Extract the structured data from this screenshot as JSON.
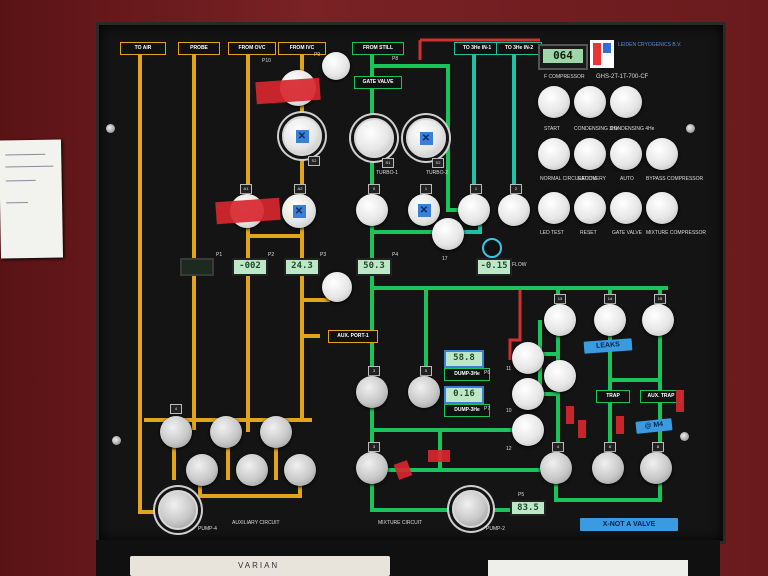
{
  "header": {
    "counter": "064",
    "model": "GHS-2T-1T-700-CF",
    "brand_lines": [
      "LEIDEN CRYOGENICS B.V.",
      "",
      "",
      ""
    ]
  },
  "pipe_labels": {
    "to_air": "TO AIR",
    "probe": "PROBE",
    "from_ovc": "FROM OVC",
    "from_ivc": "FROM IVC",
    "from_still": "FROM STILL",
    "to_3he_1": "TO 3He IN-1",
    "to_3he_2": "TO 3He IN-2",
    "gate_valve": "GATE VALVE",
    "aux_port": "AUX. PORT-1",
    "dump_1": "DUMP-3He",
    "dump_2": "DUMP-3He",
    "trap": "TRAP",
    "aux_trap": "AUX. TRAP"
  },
  "control_labels": {
    "f_compressor": "F COMPRESSOR",
    "start": "START",
    "condensing_1": "CONDENSING 3He",
    "condensing_2": "CONDENSING 4He",
    "normal_circulation": "NORMAL CIRCULATION",
    "recovery": "RECOVERY",
    "auto": "AUTO",
    "bypass_compressor": "BYPASS COMPRESSOR",
    "led_test": "LED TEST",
    "reset": "RESET",
    "gate_valve": "GATE VALVE",
    "mixture_compressor": "MIXTURE COMPRESSOR"
  },
  "valve_tags": {
    "p10": "P10",
    "p9": "P9",
    "p8": "P8",
    "s2": "S2",
    "s1": "S1",
    "s2b": "S2",
    "turbo1": "TURBO-1",
    "turbo2": "TURBO-2",
    "n0": "0",
    "n1": "1",
    "n2": "2",
    "a1": "A1",
    "a2": "A2",
    "n17": "17",
    "flow": "FLOW",
    "p1": "P1",
    "p2": "P2",
    "p3": "P3",
    "p4": "P4",
    "n13": "13",
    "n14": "14",
    "n15": "15",
    "n3": "3",
    "n5": "5",
    "n11": "11",
    "n10": "10",
    "n12": "12",
    "p6": "P6",
    "p7": "P7",
    "n4": "4",
    "n6": "6",
    "n8": "8",
    "n9": "9",
    "pump_label": "PUMP-4",
    "pump2_label": "PUMP-2",
    "aux_circuit": "AUXILIARY CIRCUIT",
    "mixture_circuit": "MIXTURE CIRCUIT",
    "p5": "P5"
  },
  "readouts": {
    "p1": "",
    "p2": "-002",
    "p3": "24.3",
    "p4": "50.3",
    "flow": "-0.15",
    "p6": "58.8",
    "p7": "0.16",
    "p5": "83.5"
  },
  "stickers": {
    "leaks": "LEAKS",
    "not_a_valve": "X-NOT A VALVE",
    "p_m4": "@ M4"
  },
  "footer": {
    "plate_text": "VARIAN"
  },
  "colors": {
    "yellow_line": "#e0a51a",
    "green_line": "#1bc45b",
    "cyan_line": "#20c0a8",
    "red_line": "#d03030",
    "panel": "#141414",
    "cabinet": "#6e1a1c"
  }
}
